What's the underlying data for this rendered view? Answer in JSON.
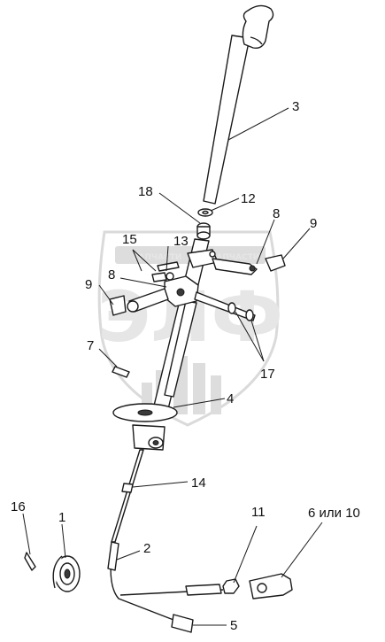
{
  "watermark": {
    "brand_left": "ЗАПЧАСТИ",
    "brand_right": "ЗАПЧАСТИ",
    "logo_letters": "ЭЛФ",
    "color": "#d8d8d8"
  },
  "callouts": [
    {
      "id": "c3",
      "label": "3"
    },
    {
      "id": "c18",
      "label": "18"
    },
    {
      "id": "c12",
      "label": "12"
    },
    {
      "id": "c8a",
      "label": "8"
    },
    {
      "id": "c9a",
      "label": "9"
    },
    {
      "id": "c15",
      "label": "15"
    },
    {
      "id": "c13",
      "label": "13"
    },
    {
      "id": "c8b",
      "label": "8"
    },
    {
      "id": "c9b",
      "label": "9"
    },
    {
      "id": "c7",
      "label": "7"
    },
    {
      "id": "c17",
      "label": "17"
    },
    {
      "id": "c4",
      "label": "4"
    },
    {
      "id": "c14",
      "label": "14"
    },
    {
      "id": "c16",
      "label": "16"
    },
    {
      "id": "c1",
      "label": "1"
    },
    {
      "id": "c2",
      "label": "2"
    },
    {
      "id": "c11",
      "label": "11"
    },
    {
      "id": "c6",
      "label": "6 или 10"
    },
    {
      "id": "c5",
      "label": "5"
    }
  ]
}
